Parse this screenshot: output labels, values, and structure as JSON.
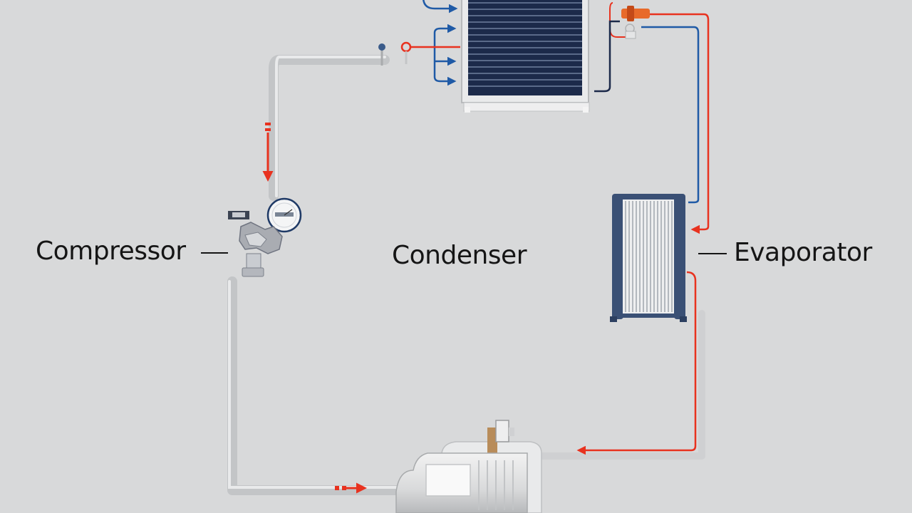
{
  "labels": {
    "compressor": "Compressor",
    "condenser": "Condenser",
    "evaporator": "Evaporator"
  },
  "components": [
    {
      "id": "condenser-coil",
      "icon": "condenser-coil-icon"
    },
    {
      "id": "evaporator-coil",
      "icon": "evaporator-coil-icon"
    },
    {
      "id": "compressor-unit",
      "icon": "compressor-unit-icon"
    },
    {
      "id": "expansion-valve",
      "icon": "expansion-valve-icon"
    },
    {
      "id": "pressure-gauge",
      "icon": "pressure-gauge-icon"
    }
  ],
  "colors": {
    "background": "#d8d9da",
    "pipe": "#c9cacb",
    "hot_line": "#e8321f",
    "cold_line": "#1f5aa6",
    "coil_dark": "#1c2a4a",
    "evaporator_frame": "#3a5075",
    "text": "#151515"
  }
}
